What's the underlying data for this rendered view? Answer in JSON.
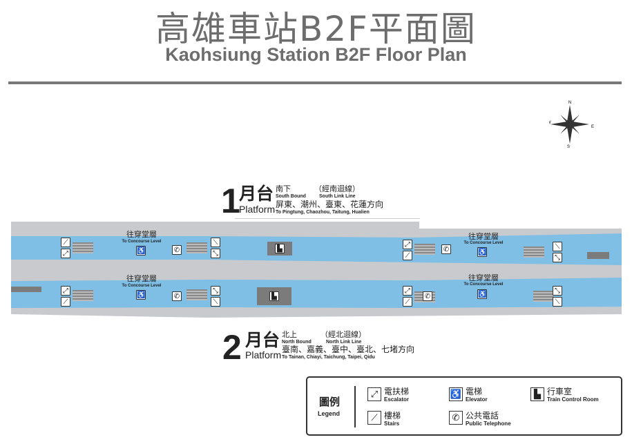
{
  "title": {
    "zh": "高雄車站B2F平面圖",
    "en": "Kaohsiung Station B2F Floor Plan"
  },
  "compass": {
    "n": "N",
    "s": "S",
    "e": "E",
    "w": "W"
  },
  "platform1": {
    "number": "1",
    "zh": "月台",
    "en": "Platform",
    "direction_zh": "南下",
    "direction_en": "South Bound",
    "line_zh": "（經南迴線）",
    "line_en": "South Link Line",
    "dest_zh": "屏東、潮州、臺東、花蓮方向",
    "dest_en": "To Pingtung, Chaozhou, Taitung, Hualien"
  },
  "platform2": {
    "number": "2",
    "zh": "月台",
    "en": "Platform",
    "direction_zh": "北上",
    "direction_en": "North Bound",
    "line_zh": "（經北迴線）",
    "line_en": "North Link Line",
    "dest_zh": "臺南、嘉義、臺中、臺北、七堵方向",
    "dest_en": "To Tainan, Chiayi, Taichung, Taipei, Qidu"
  },
  "concourse": {
    "zh": "往穿堂層",
    "en": "To Concourse Level"
  },
  "legend": {
    "title_zh": "圖例",
    "title_en": "Legend",
    "items": [
      {
        "icon": "escalator-icon",
        "zh": "電扶梯",
        "en": "Escalator"
      },
      {
        "icon": "elevator-icon",
        "zh": "電梯",
        "en": "Elevator"
      },
      {
        "icon": "train-control-room-icon",
        "zh": "行車室",
        "en": "Train Control Room"
      },
      {
        "icon": "stairs-icon",
        "zh": "樓梯",
        "en": "Stairs"
      },
      {
        "icon": "telephone-icon",
        "zh": "公共電話",
        "en": "Public Telephone"
      }
    ]
  },
  "colors": {
    "track": "#7fbfe6",
    "platform": "#c8cacd",
    "room": "#7b7b7b",
    "title": "#6d6d6d"
  }
}
